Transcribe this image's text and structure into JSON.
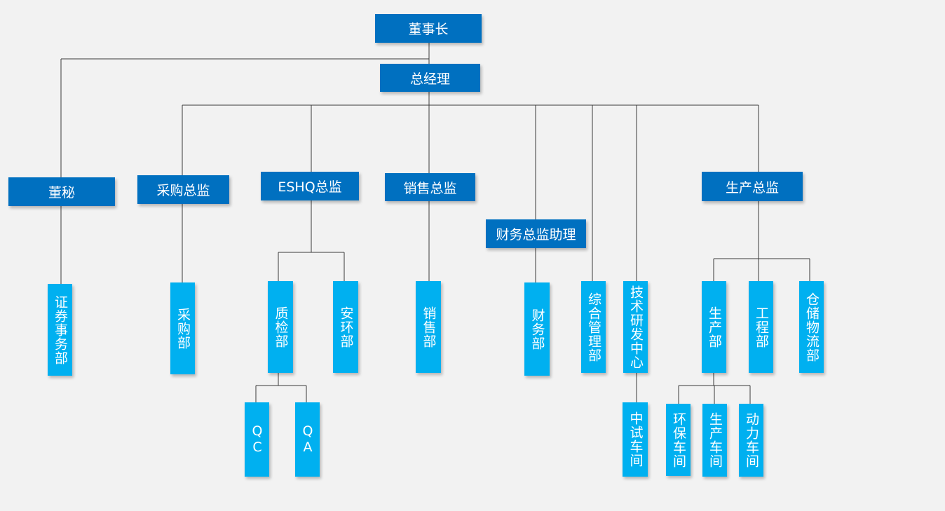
{
  "colors": {
    "primary": "#0070c0",
    "secondary": "#00b0f0",
    "line": "#3a3a3a",
    "background": "#f2f2f2"
  },
  "nodes": {
    "chairman": "董事长",
    "gm": "总经理",
    "secretary": "董秘",
    "procurement_director": "采购总监",
    "eshq_director": "ESHQ总监",
    "sales_director": "销售总监",
    "finance_assistant": "财务总监助理",
    "production_director": "生产总监",
    "securities": "证券事务部",
    "purchasing": "采购部",
    "quality": "质检部",
    "safety_env": "安环部",
    "sales": "销售部",
    "finance": "财务部",
    "admin": "综合管理部",
    "rd_center": "技术研发中心",
    "production": "生产部",
    "engineering": "工程部",
    "warehouse": "仓储物流部",
    "qc": "QC",
    "qa": "QA",
    "pilot_workshop": "中试车间",
    "env_workshop": "环保车间",
    "prod_workshop": "生产车间",
    "power_workshop": "动力车间"
  }
}
